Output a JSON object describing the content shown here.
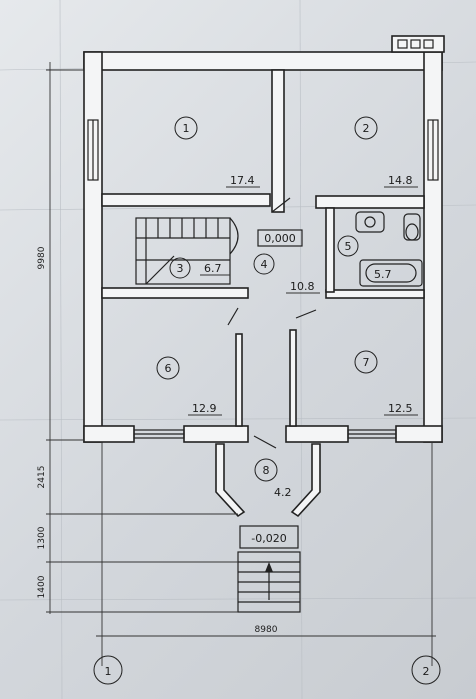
{
  "rooms": [
    {
      "id": "1",
      "area": "17.4"
    },
    {
      "id": "2",
      "area": "14.8"
    },
    {
      "id": "3",
      "area": "6.7"
    },
    {
      "id": "4",
      "area": "10.8"
    },
    {
      "id": "5",
      "area": "5.7"
    },
    {
      "id": "6",
      "area": "12.9"
    },
    {
      "id": "7",
      "area": "12.5"
    },
    {
      "id": "8",
      "area": "4.2"
    }
  ],
  "levels": {
    "floor": "0,000",
    "entrance": "-0,020"
  },
  "dimensions": {
    "total_width": "8980",
    "total_height": "9980",
    "porch": "2415",
    "step_zone": "1300",
    "stairs": "1400"
  },
  "axes": {
    "left": "1",
    "right": "2"
  }
}
